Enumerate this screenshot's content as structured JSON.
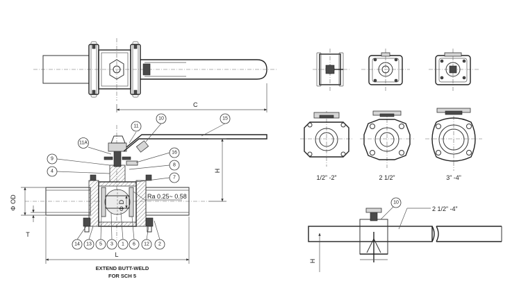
{
  "dimensions": {
    "length": "L",
    "height": "H",
    "handle_reach": "C",
    "bore_od": "Φ OD",
    "bore_d": "Φ D",
    "thickness": "T",
    "roughness": "Ra 0.25~ 0.58",
    "detail_height": "H"
  },
  "part_numbers": {
    "p10": "10",
    "p11": "11",
    "p15": "15",
    "p11a": "11A",
    "p16": "16",
    "p9": "9",
    "p8": "8",
    "p4": "4",
    "p7": "7",
    "p14": "14",
    "p13": "13",
    "p5": "5",
    "p3": "3",
    "p1": "1",
    "p6": "6",
    "p12": "12",
    "p2": "2",
    "detail_part": "10"
  },
  "size_labels": {
    "small": "1/2” -2”",
    "medium": "2 1/2”",
    "large": "3” -4”",
    "detail": "2 1/2” -4”"
  },
  "title": {
    "line1": "EXTEND BUTT-WELD",
    "line2": "FOR SCH 5"
  }
}
